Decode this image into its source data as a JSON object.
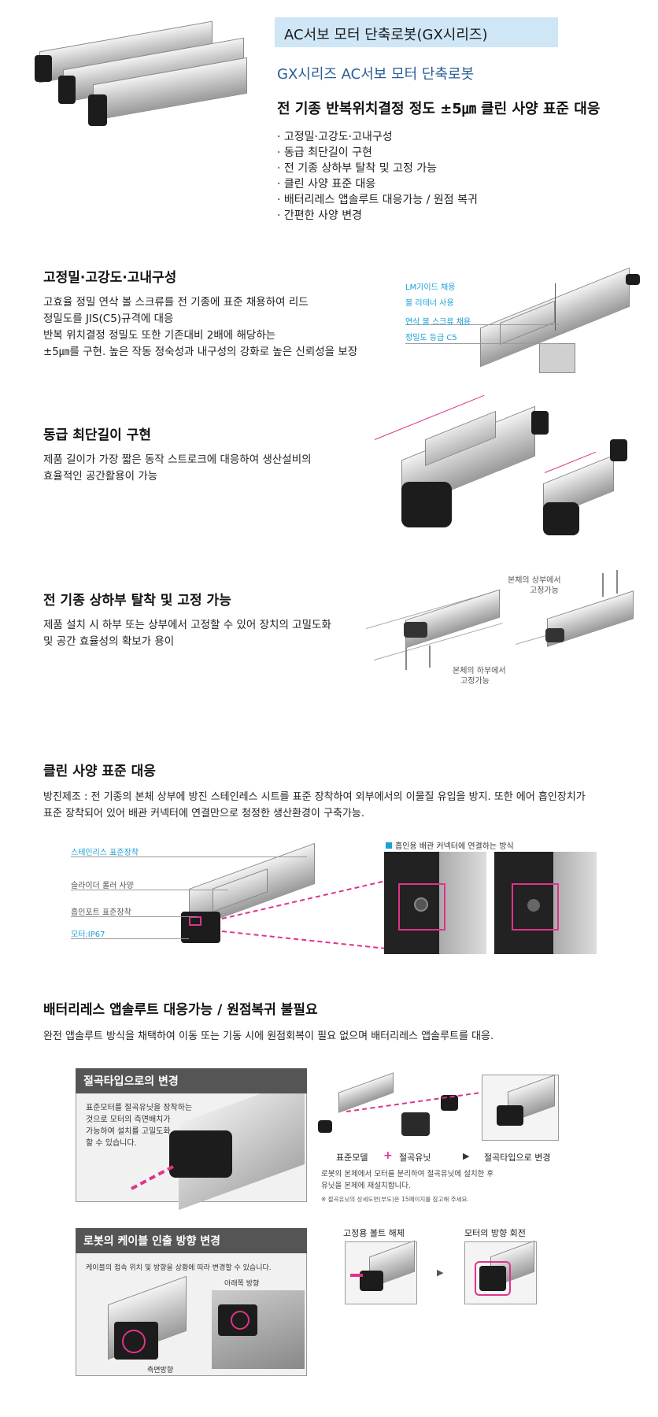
{
  "header": {
    "band_title": "AC서보 모터 단축로봇(GX시리즈)",
    "subtitle": "GX시리즈 AC서보 모터 단축로봇",
    "headline": "전 기종 반복위치결정 정도 ±5㎛ 클린 사양 표준 대응",
    "features": [
      "· 고정밀·고강도·고내구성",
      "· 동급 최단길이 구현",
      "· 전 기종 상하부 탈착 및 고정 가능",
      "· 클린 사양 표준 대응",
      "· 배터리레스 앱솔루트 대응가능 / 원점 복귀",
      "· 간편한 사양 변경"
    ]
  },
  "s1": {
    "title": "고정밀·고강도·고내구성",
    "body": [
      "고효율 정밀 연삭 볼 스크류를 전 기종에 표준 채용하여 리드",
      "정밀도를 JIS(C5)규격에 대응",
      "반복 위치결정 정밀도 또한 기존대비 2배에 해당하는",
      "±5㎛를 구현. 높은 작동 정숙성과 내구성의 강화로 높은 신뢰성을 보장"
    ],
    "callouts": [
      "LM가이드 채용",
      "볼 리테너 사용",
      "연삭 볼 스크류 채용",
      "정밀도 등급 C5"
    ]
  },
  "s2": {
    "title": "동급 최단길이 구현",
    "body": [
      "제품 길이가 가장 짧은 동작 스트로크에 대응하여 생산설비의",
      "효율적인 공간활용이 가능"
    ]
  },
  "s3": {
    "title": "전 기종 상하부 탈착 및 고정 가능",
    "body": [
      "제품 설치 시 하부 또는 상부에서 고정할 수 있어 장치의 고밀도화",
      "및 공간 효율성의 확보가 용이"
    ],
    "cap_top": [
      "본체의 상부에서",
      "고정가능"
    ],
    "cap_bottom": [
      "본체의 하부에서",
      "고정가능"
    ]
  },
  "s4": {
    "title": "클린 사양 표준 대응",
    "body": [
      "방진제조 : 전 기종의 본체 상부에 방진 스테인레스 시트를 표준 장착하여 외부에서의 이물질 유입을 방지. 또한 에어 흡인장치가",
      "표준 장착되어 있어 배관 커넥터에 연결만으로 청정한 생산환경이 구축가능."
    ],
    "labels": [
      "스테인리스 표준장착",
      "슬라이더 롤러 사양",
      "흡인포트 표준장착",
      "모터:IP67"
    ],
    "connector_caption": "흡인용 배관 커넥터에 연결하는 방식"
  },
  "s5": {
    "title": "배터리레스 앱솔루트 대응가능 / 원점복귀 불필요",
    "body": "완전 앱솔루트 방식을 채택하여 이동 또는 기동 시에 원점회복이 필요 없으며 배터리레스 앱솔루트를 대응.",
    "panel1": {
      "head": "절곡타입으로의 변경",
      "text": [
        "표준모터를 절곡유닛을 장착하는",
        "것으로 모터의 측면배치가",
        "가능하여 설치를 고밀도화",
        "할 수 있습니다."
      ]
    },
    "flow": {
      "a": "표준모델",
      "b": "절곡유닛",
      "c": "절곡타입으로 변경",
      "plus": "+",
      "arrow": "▶",
      "desc": [
        "로봇의 본체에서 모터를 분리하여 절곡유닛에 설치한 후",
        "유닛을 본체에 재설치합니다."
      ],
      "note": "※ 절곡유닛의 상세도면(부도)은 15페이지를 참고해 주세요."
    },
    "panel2": {
      "head": "로봇의 케이블 인출 방향 변경",
      "text": "케이블의 접속 위치 및 방향을 상황에 따라 변경할 수 있습니다.",
      "cap_down": "아래쪽 방향",
      "cap_side": "측면방향"
    },
    "steps": {
      "a": "고정용 볼트 해체",
      "b": "모터의 방향 회전",
      "arrow": "▶"
    }
  },
  "colors": {
    "accent_blue": "#1aa0d8",
    "band": "#cfe6f6",
    "pink": "#e0338a",
    "panel_head": "#555555"
  }
}
